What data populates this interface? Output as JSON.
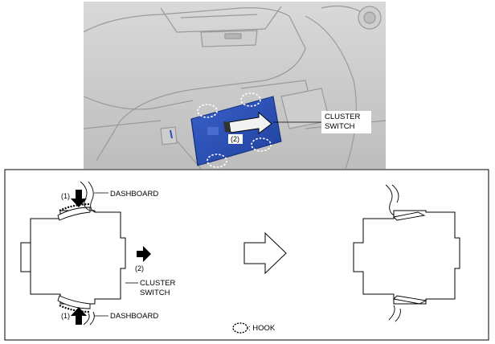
{
  "photo": {
    "cluster_switch_label_line1": "CLUSTER",
    "cluster_switch_label_line2": "SWITCH",
    "step2_label": "(2)"
  },
  "diagram": {
    "left": {
      "step1_top_label": "(1)",
      "dashboard_top_label": "DASHBOARD",
      "step2_label": "(2)",
      "cluster_switch_label_line1": "CLUSTER",
      "cluster_switch_label_line2": "SWITCH",
      "step1_bottom_label": "(1)",
      "dashboard_bottom_label": "DASHBOARD"
    },
    "legend": {
      "hook_label": ": HOOK"
    }
  },
  "colors": {
    "panel_blue": "#2a4fb8",
    "photo_grey": "#c8c8c8",
    "line": "#000000"
  }
}
